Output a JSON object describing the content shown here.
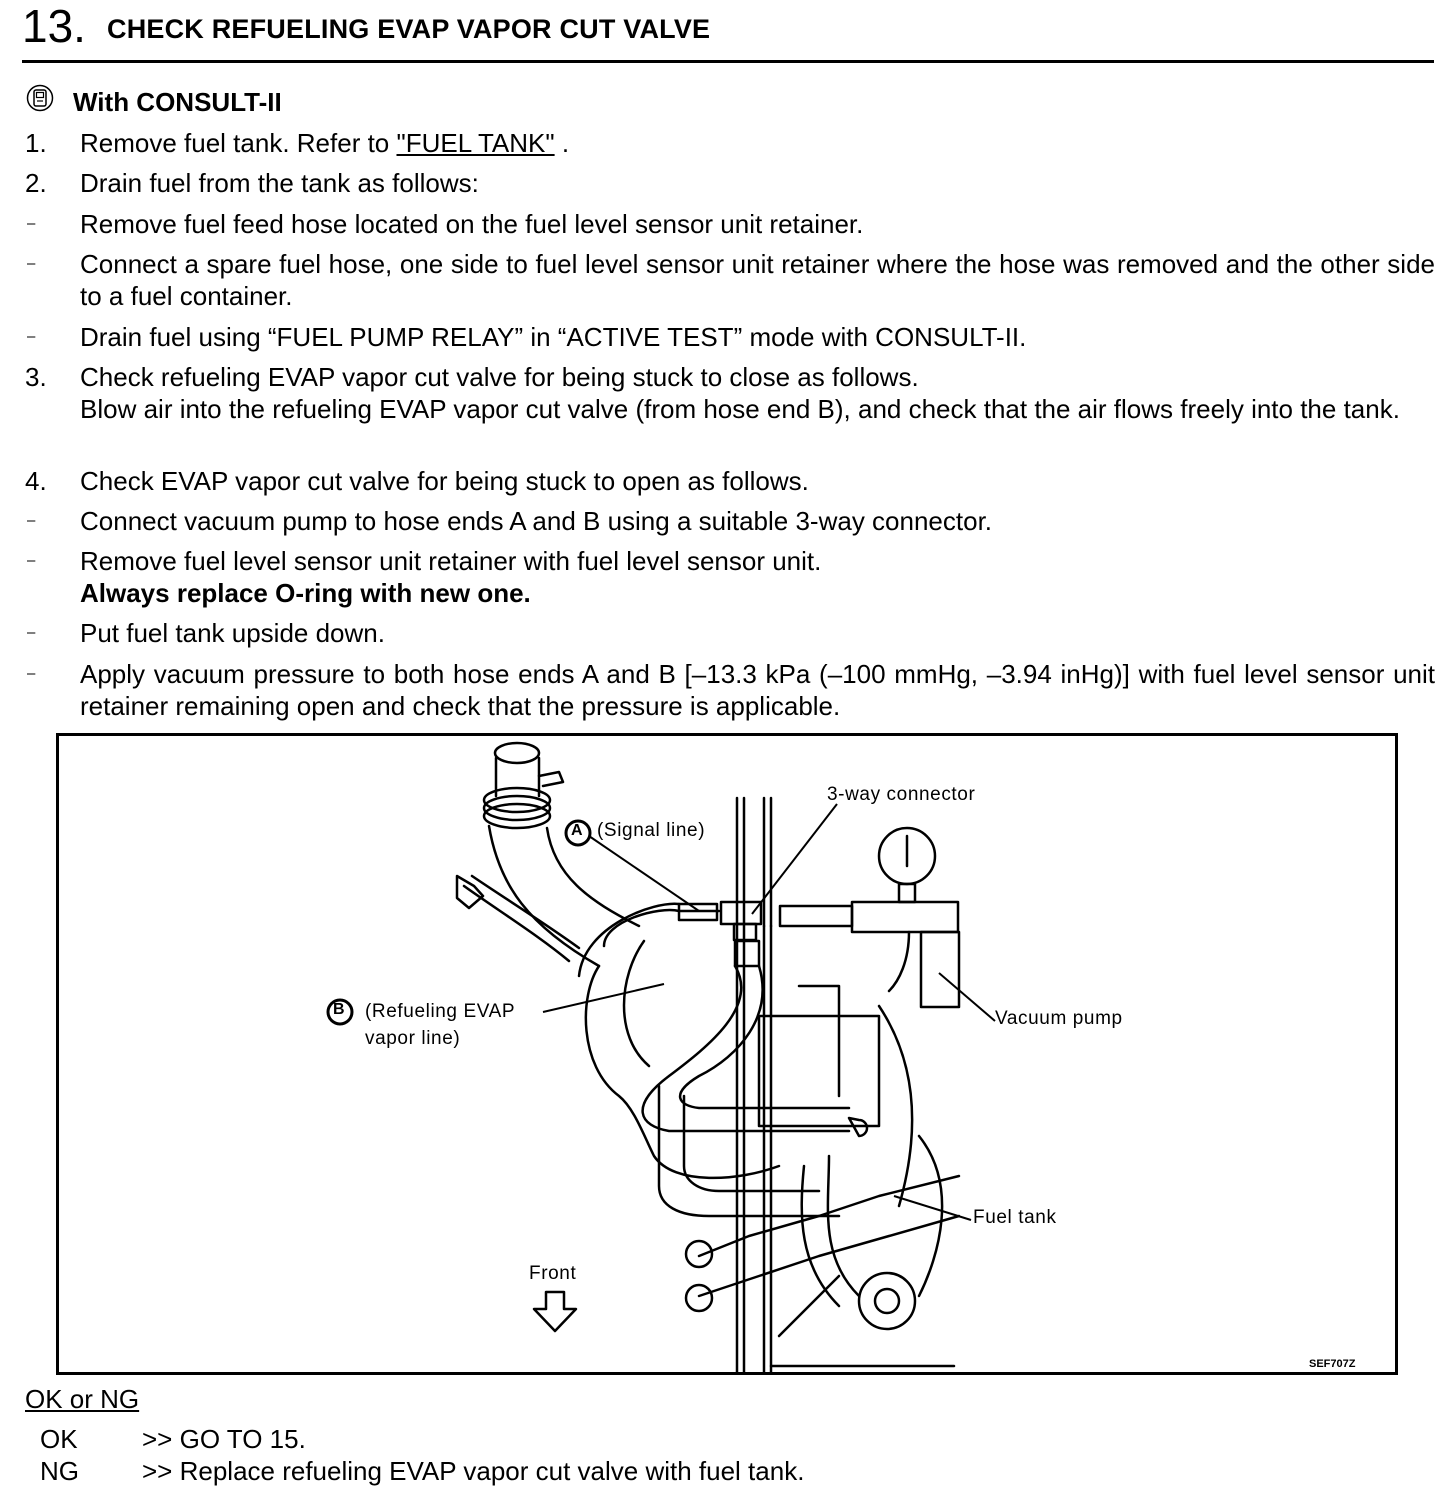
{
  "header": {
    "step_number": "13.",
    "title": "CHECK REFUELING EVAP VAPOR CUT VALVE"
  },
  "consult": {
    "icon": "consult-tool-icon",
    "label": "With CONSULT-II"
  },
  "steps": [
    {
      "marker": "1.",
      "before": "Remove fuel tank. Refer to ",
      "link": "\"FUEL TANK\"",
      "after": " ."
    },
    {
      "marker": "2.",
      "text": "Drain fuel from the tank as follows:"
    },
    {
      "marker": "–",
      "text": "Remove fuel feed hose located on the fuel level sensor unit retainer."
    },
    {
      "marker": "–",
      "text": "Connect a spare fuel hose, one side to fuel level sensor unit retainer where the hose was removed and the other side to a fuel container."
    },
    {
      "marker": "–",
      "text": "Drain fuel using “FUEL PUMP RELAY” in “ACTIVE TEST” mode with CONSULT-II."
    },
    {
      "marker": "3.",
      "text": "Check refueling EVAP vapor cut valve for being stuck to close as follows.",
      "text2": "Blow air into the refueling EVAP vapor cut valve (from hose end B), and check that the air flows freely into the tank."
    },
    {
      "marker": "4.",
      "text": "Check EVAP vapor cut valve for being stuck to open as follows."
    },
    {
      "marker": "–",
      "text": "Connect vacuum pump to hose ends A and B using a suitable 3-way connector."
    },
    {
      "marker": "–",
      "text": "Remove fuel level sensor unit retainer with fuel level sensor unit.",
      "bold": "Always replace O-ring with new one."
    },
    {
      "marker": "–",
      "text": "Put fuel tank upside down."
    },
    {
      "marker": "–",
      "text": "Apply vacuum pressure to both hose ends A and B [–13.3 kPa (–100 mmHg, –3.94 inHg)] with fuel level sensor unit retainer remaining open and check that the pressure is applicable."
    }
  ],
  "figure": {
    "labels": {
      "three_way": "3-way connector",
      "a_letter": "A",
      "a_text": "(Signal line)",
      "b_letter": "B",
      "b_text1": "(Refueling EVAP",
      "b_text2": "vapor line)",
      "vacuum_pump": "Vacuum pump",
      "fuel_tank": "Fuel tank",
      "front": "Front",
      "code": "SEF707Z"
    }
  },
  "result": {
    "heading": "OK or NG",
    "rows": [
      {
        "key": "OK",
        "value": ">> GO TO 15."
      },
      {
        "key": "NG",
        "value": ">> Replace refueling EVAP vapor cut valve with fuel tank."
      }
    ]
  }
}
